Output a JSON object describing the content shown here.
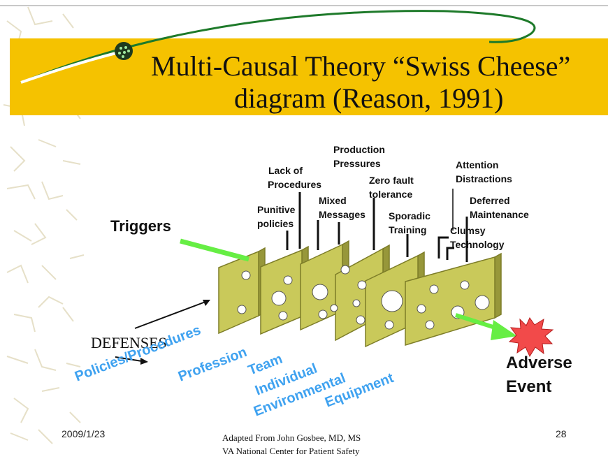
{
  "title": {
    "line1": "Multi-Causal Theory “Swiss Cheese”",
    "line2": "diagram (Reason, 1991)"
  },
  "colors": {
    "banner": "#f5c200",
    "slice": "#c9c95a",
    "slice_edge": "#8c8c2c",
    "arrow": "#66ee44",
    "star": "#f24a4a",
    "blue_text": "#3fa2f0"
  },
  "labels": {
    "triggers": "Triggers",
    "lack_of": "Lack of",
    "procedures": "Procedures",
    "production": "Production",
    "pressures": "Pressures",
    "punitive": "Punitive",
    "policies": "policies",
    "mixed": "Mixed",
    "messages": "Messages",
    "zero_fault": "Zero fault",
    "tolerance": "tolerance",
    "sporadic": "Sporadic",
    "training": "Training",
    "attention": "Attention",
    "distractions": "Distractions",
    "deferred": "Deferred",
    "maintenance": "Maintenance",
    "clumsy": "Clumsy",
    "technology": "Technology",
    "defenses": "DEFENSES",
    "adverse": "Adverse",
    "event": "Event"
  },
  "layers": [
    "Policies/Procedures",
    "Profession",
    "Team",
    "Individual",
    "Environmental",
    "Equipment"
  ],
  "footer": {
    "date": "2009/1/23",
    "credit1": "Adapted From John Gosbee, MD, MS",
    "credit2": "VA National Center for Patient Safety",
    "page": "28"
  }
}
